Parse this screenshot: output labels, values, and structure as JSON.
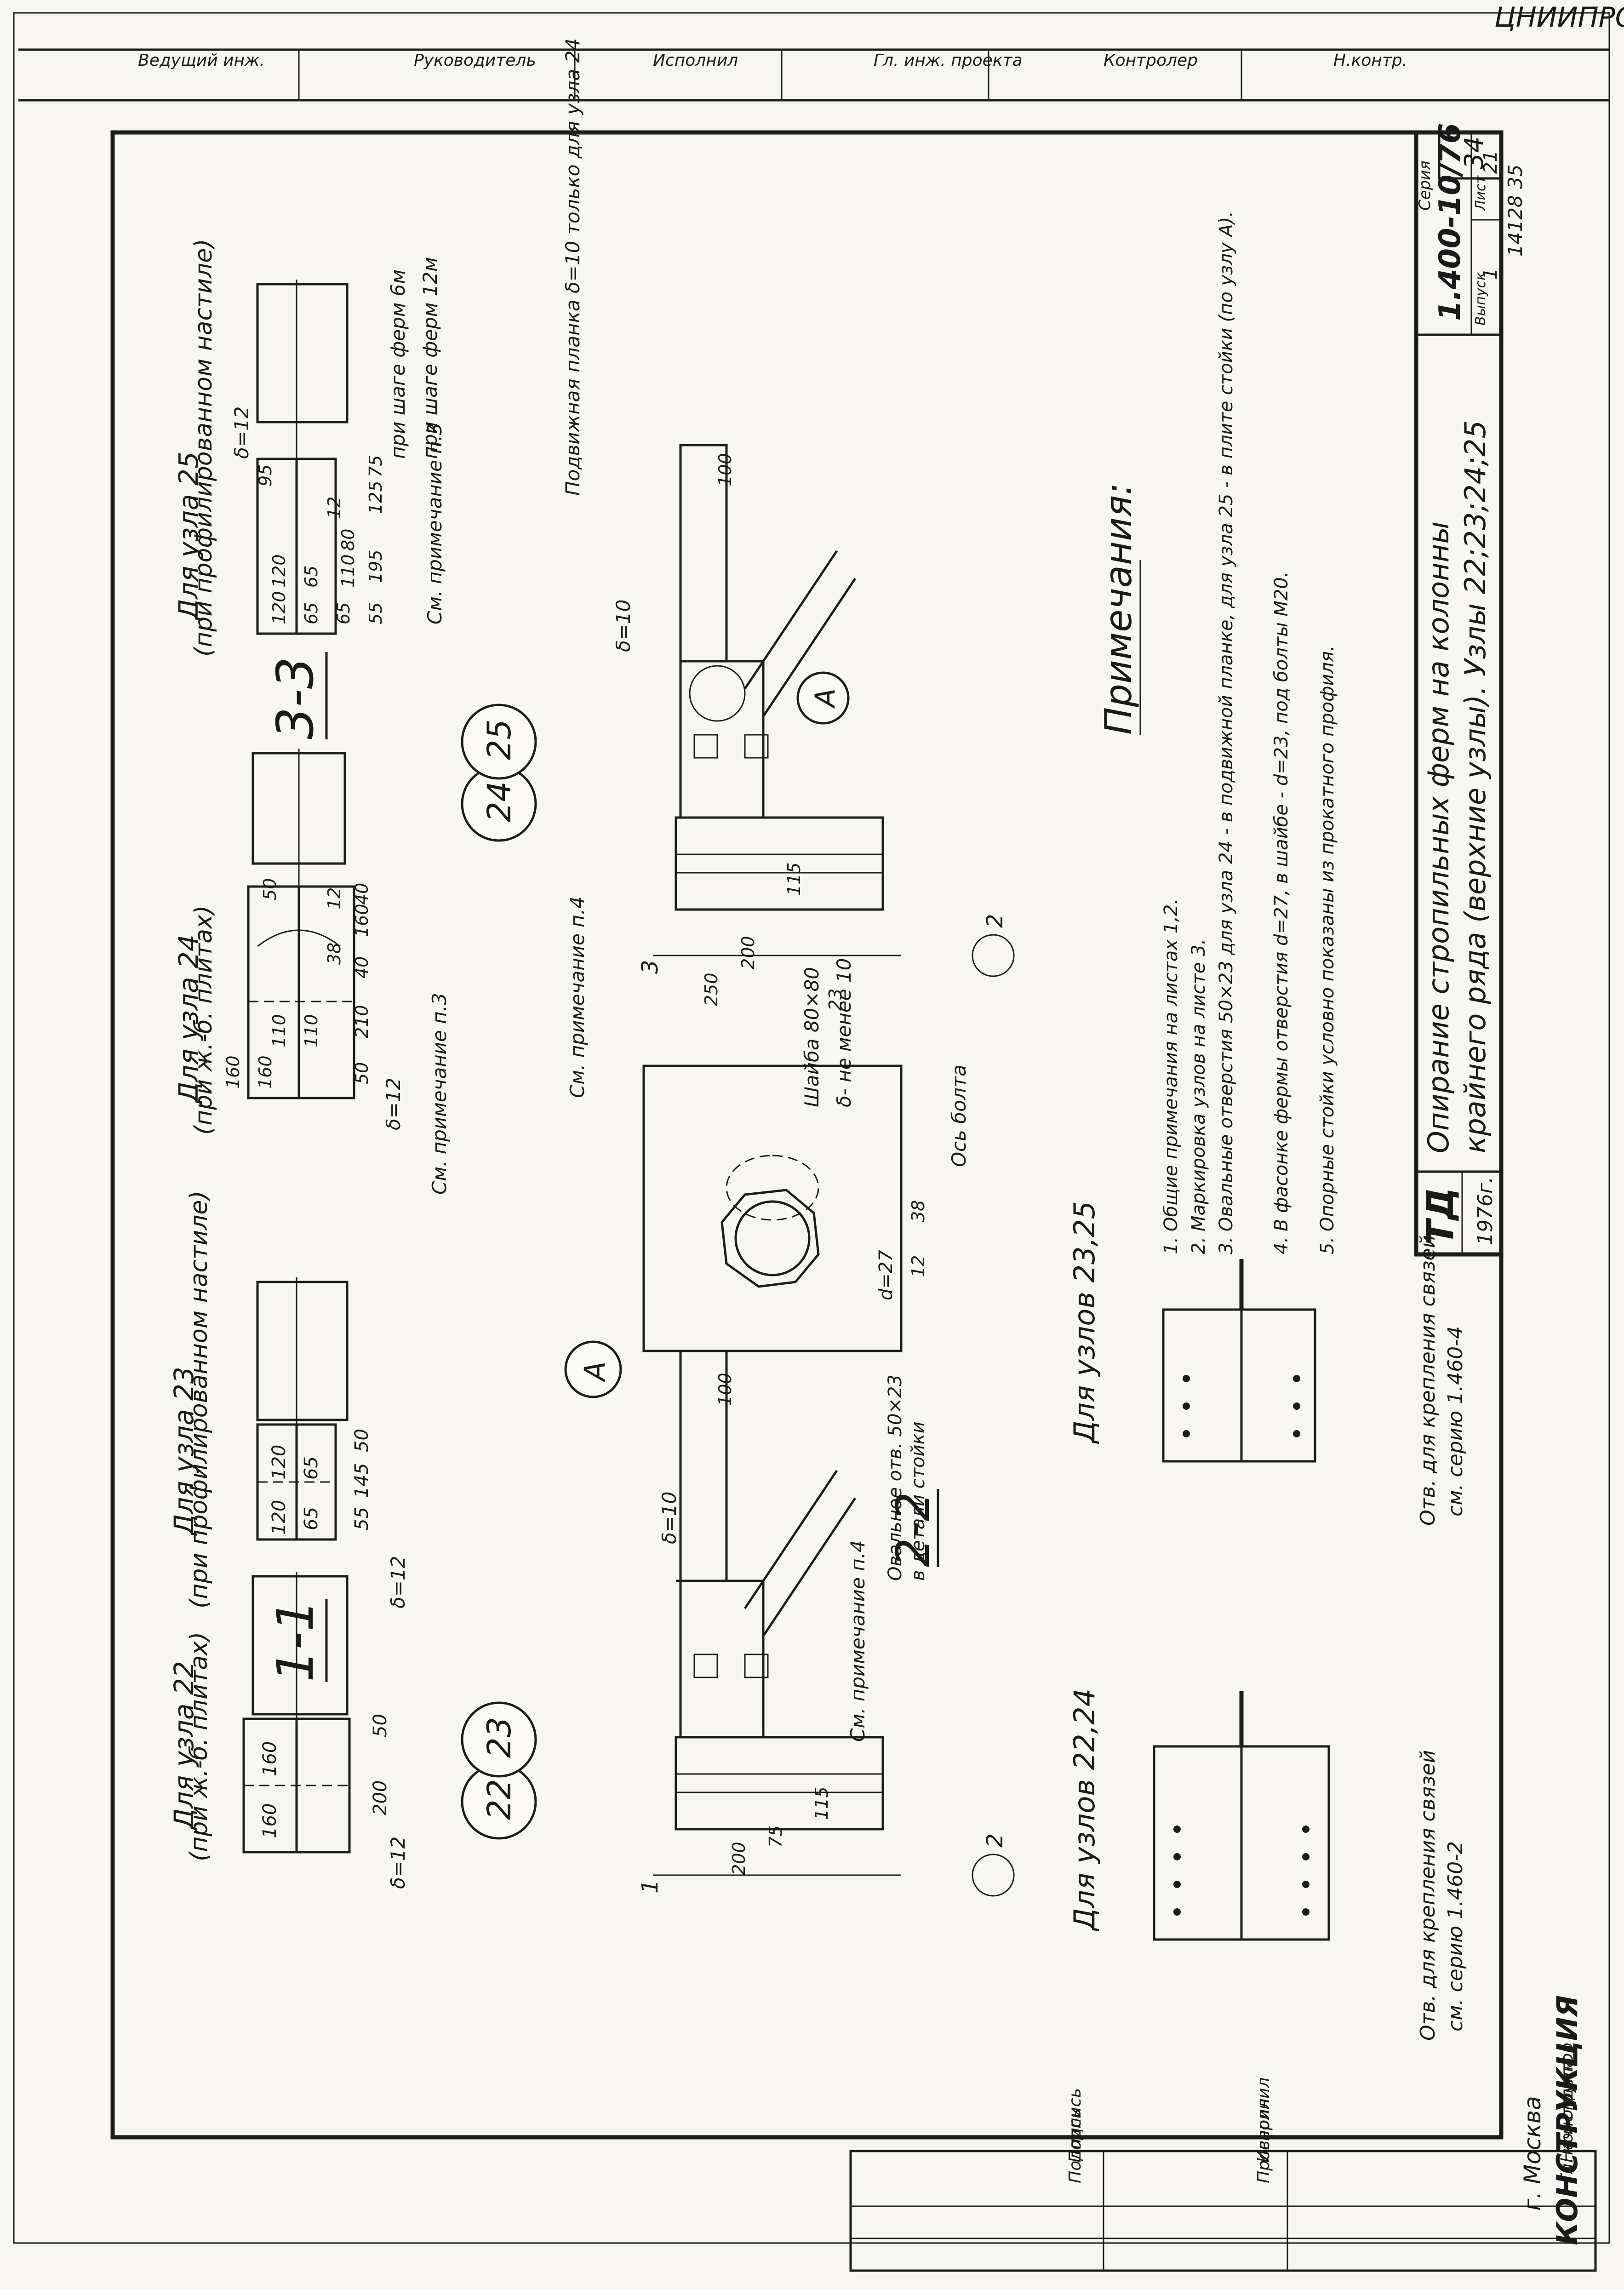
{
  "sheet_number": "34",
  "top_strip": {
    "org_fragment": "ЦНИИПРОЕКТСТАЛЬ",
    "labels": [
      "Н.контр.",
      "Контролер",
      "Гл. инж. проекта",
      "Исполнил",
      "Руководитель",
      "Ведущий инж."
    ]
  },
  "left_strip": {
    "city": "г. Москва",
    "org": "КОНСТРУКЦИЯ",
    "rows": [
      "Гл. конструктор",
      "Нач. отдела",
      "Проверил",
      "Исполнил",
      "Подпись",
      "Подпись"
    ]
  },
  "views": {
    "v11": {
      "title": "1-1",
      "node22_title": "Для узла 22",
      "node22_sub": "(при ж.-б. плитах)",
      "node23_title": "Для узла 23",
      "node23_sub": "(при профилированном настиле)",
      "d22": [
        "160",
        "160",
        "200",
        "50",
        "δ=12"
      ],
      "d23": [
        "120",
        "120",
        "65",
        "65",
        "55",
        "145",
        "50",
        "δ=12"
      ]
    },
    "v33": {
      "title": "3-3",
      "node24_title": "Для узла 24",
      "node24_sub": "(при ж.-б. плитах)",
      "node25_title": "Для узла 25",
      "node25_sub": "(при профилированном настиле)",
      "d24": [
        "160",
        "160",
        "110",
        "110",
        "50",
        "210",
        "40",
        "38",
        "160",
        "40",
        "12",
        "50",
        "δ=12"
      ],
      "d25": [
        "120",
        "120",
        "65",
        "65",
        "65",
        "55",
        "195",
        "110",
        "80",
        "12",
        "125",
        "75",
        "95",
        "δ=12"
      ],
      "note_ref": "См. примечание п.3",
      "spacing_6": "при шаге ферм 6м",
      "spacing_12": "при шаге ферм 12м"
    },
    "v22": {
      "title": "2-2",
      "delta": "δ=10",
      "dims": [
        "100",
        "200",
        "75",
        "115"
      ],
      "note_ref": "См. примечание п.4",
      "label_1": "1",
      "label_2": "2"
    },
    "v_right": {
      "plate_note": "Подвижная планка δ=10 только для узла 24",
      "delta": "δ=10",
      "dims": [
        "100",
        "250",
        "200",
        "115"
      ],
      "label_3": "3",
      "label_2": "2",
      "callout": "А"
    },
    "detail_a": {
      "marker": "А",
      "note_ref": "См. примечание п.4",
      "washer": "Шайба 80×80",
      "washer_thk": "δ- не менее 10",
      "hole": "d=27",
      "dims": [
        "23",
        "12",
        "38"
      ],
      "bolt_axis": "Ось болта",
      "slot": "Овальное отв. 50×23",
      "slot_sub": "в детали стойки"
    },
    "bottom_left": {
      "title": "Для узлов 22,24",
      "ref": "Отв. для крепления связей",
      "ref2": "см. серию 1.460-2"
    },
    "bottom_mid": {
      "title": "Для узлов 23,25",
      "ref": "Отв. для крепления связей",
      "ref2": "см. серию 1.460-4"
    }
  },
  "node_circles": [
    "22",
    "23",
    "24",
    "25"
  ],
  "notes": {
    "heading": "Примечания:",
    "items": [
      {
        "n": "1.",
        "text": "Общие примечания на листах 1,2."
      },
      {
        "n": "2.",
        "text": "Маркировка узлов на листе 3."
      },
      {
        "n": "3.",
        "text": "Овальные отверстия 50×23 для узла 24 - в подвижной планке, для узла 25 - в плите стойки (по узлу А)."
      },
      {
        "n": "4.",
        "text": "В фасонке фермы отверстия d=27, в шайбе - d=23, под болты М20."
      },
      {
        "n": "5.",
        "text": "Опорные стойки условно показаны из прокатного профиля."
      }
    ]
  },
  "title_block": {
    "code": "ТД",
    "year": "1976г.",
    "title_line1": "Опирание стропильных ферм на колонны",
    "title_line2": "крайнего ряда (верхние узлы). Узлы 22;23;24;25",
    "series_label": "Серия",
    "series": "1.400-10/76",
    "issue_label": "Выпуск",
    "issue": "1",
    "sheet_label": "Лист",
    "sheet": "21",
    "archive": "14128 35"
  }
}
